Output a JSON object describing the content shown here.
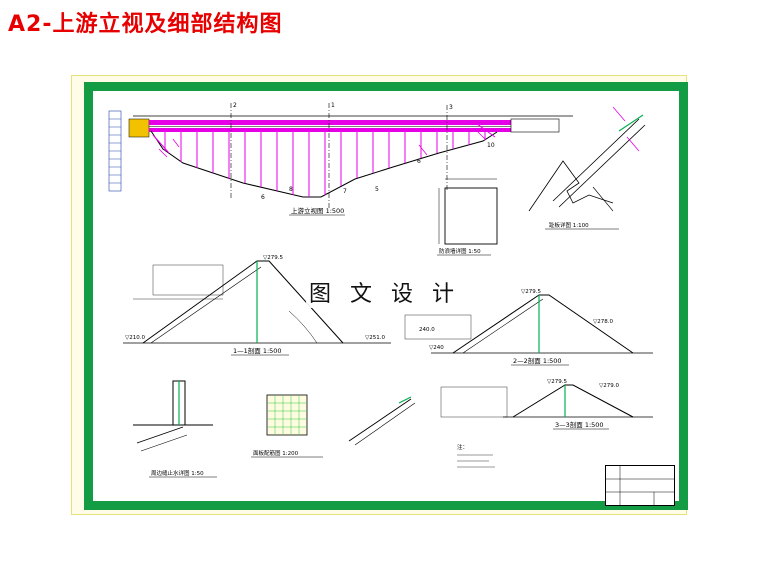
{
  "page": {
    "title": "A2-上游立视及细部结构图",
    "watermark": "图 文 设 计"
  },
  "colors": {
    "title_red": "#e60000",
    "sheet_border_green": "#149c45",
    "frame_yellow": "#fffde7",
    "dam_magenta": "#e600e6",
    "axis_green": "#00b050",
    "cap_yellow": "#f2c200"
  },
  "drawing": {
    "elevation_view": {
      "section_marks": [
        "2",
        "1",
        "3"
      ],
      "joint_numbers": [
        "6",
        "8",
        "7",
        "5",
        "6",
        "10"
      ],
      "scale_label": "上游立视图 1:500"
    },
    "section_1_1": {
      "label": "1—1剖面 1:500",
      "elev_left": "▽210.0",
      "elev_right": "▽251.0",
      "elev_crest": "▽279.5"
    },
    "section_2_2": {
      "label": "2—2剖面 1:500",
      "elev_crest": "▽279.5",
      "elev_berm": "▽278.0",
      "elev_bottom": "240.0",
      "elev_left": "▽240"
    },
    "section_3_3": {
      "label": "3—3剖面 1:500",
      "elev_crest": "▽279.5",
      "elev_left": "▽279.0"
    },
    "detail_box": {
      "label": "防浪墙详图 1:50"
    },
    "joint_detail": {
      "label": "周边缝止水详图 1:50"
    },
    "slab_detail": {
      "label": "面板配筋图 1:200"
    },
    "toe_detail": {
      "label": "趾板详图 1:100"
    },
    "notes_label": "注："
  }
}
